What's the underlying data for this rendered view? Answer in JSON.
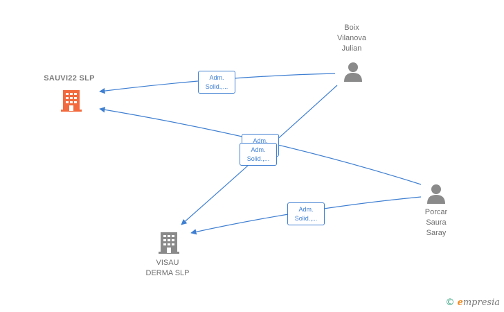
{
  "nodes": {
    "sauvi22": {
      "label": "SAUVI22  SLP",
      "icon": "building-icon",
      "color": "#f26a3d"
    },
    "visau": {
      "label": "VISAU\nDERMA  SLP",
      "icon": "building-icon",
      "color": "#8a8a8a"
    },
    "boix": {
      "label": "Boix\nVilanova\nJulian",
      "icon": "person-icon",
      "color": "#8a8a8a"
    },
    "porcar": {
      "label": "Porcar\nSaura\nSaray",
      "icon": "person-icon",
      "color": "#8a8a8a"
    }
  },
  "edges": [
    {
      "from": "Boix Vilanova Julian",
      "to": "SAUVI22 SLP",
      "label": "Adm.\nSolid.,..."
    },
    {
      "from": "Porcar Saura Saray",
      "to": "SAUVI22 SLP",
      "label": "Adm.\nSolid.,..."
    },
    {
      "from": "Boix Vilanova Julian",
      "to": "VISAU DERMA SLP",
      "label": "Adm.\nSolid.,..."
    },
    {
      "from": "Porcar Saura Saray",
      "to": "VISAU DERMA SLP",
      "label": "Adm.\nSolid.,..."
    }
  ],
  "colors": {
    "edge": "#3f7fd2"
  },
  "brand": {
    "copyright": "©",
    "initial": "e",
    "name": "mpresia"
  }
}
